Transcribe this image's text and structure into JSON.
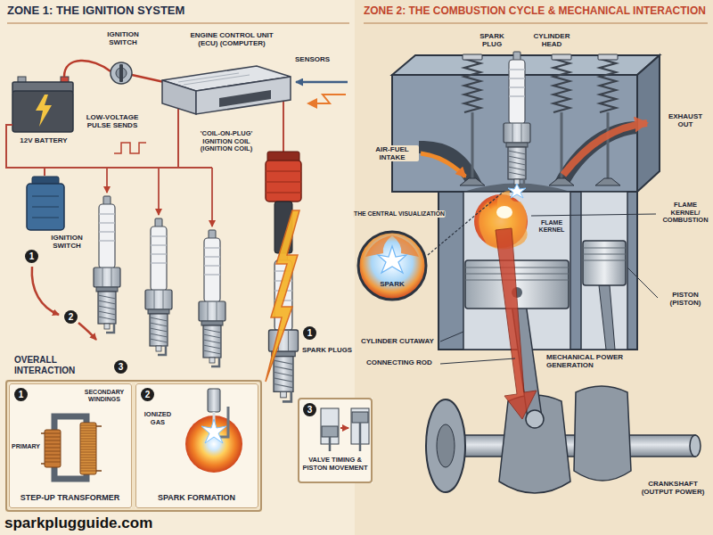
{
  "diagram": {
    "nodes": [
      {
        "text": [
          "ZONE 1: THE IGNITION SYSTEM"
        ]
      },
      {
        "text": [
          "ZONE 2: THE COMBUSTION CYCLE & MECHANICAL INTERACTION"
        ]
      },
      {
        "text": [
          "OVERALL INTERACTION"
        ],
        "in": 0
      },
      {
        "text": [
          "1",
          "PRIMARY",
          "SECONDARY WINDINGS",
          "STEP-UP TRANSFORMER"
        ],
        "in": 2
      },
      {
        "text": [
          "2",
          "IONIZED GAS",
          "SPARK FORMATION"
        ],
        "in": 2
      },
      {
        "text": [
          "3",
          "VALVE TIMING & PISTON MOVEMENT"
        ]
      },
      {
        "text": [
          "THE CENTRAL VISUALIZATION",
          "SPARK"
        ],
        "in": 1
      }
    ],
    "labels": [
      "IGNITION SWITCH",
      "ENGINE CONTROL UNIT (ECU) (COMPUTER)",
      "SENSORS",
      "12V BATTERY",
      "LOW-VOLTAGE PULSE SENDS",
      "'COIL-ON-PLUG' IGNITION COIL (IGNITION COIL)",
      "IGNITION SWITCH",
      "1",
      "2",
      "3",
      "1",
      "SPARK PLUGS",
      "SPARK PLUG",
      "CYLINDER HEAD",
      "EXHAUST OUT",
      "AIR-FUEL INTAKE",
      "FLAME KERNEL",
      "FLAME KERNEL/ COMBUSTION",
      "PISTON (PISTON)",
      "CYLINDER CUTAWAY",
      "CONNECTING ROD",
      "MECHANICAL POWER GENERATION",
      "CRANKSHAFT (OUTPUT POWER)",
      "sparkplugguide.com"
    ]
  }
}
